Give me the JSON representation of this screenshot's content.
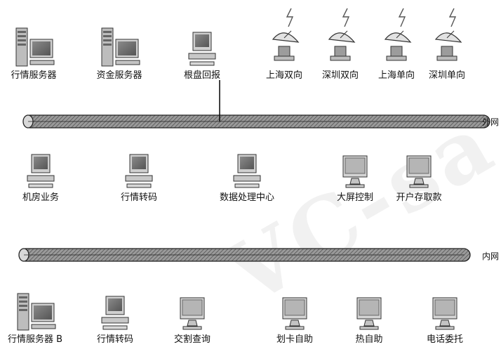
{
  "networks": {
    "outer_label": "外网",
    "inner_label": "内网"
  },
  "top_row": [
    {
      "label": "行情服务器",
      "icon": "server-icon"
    },
    {
      "label": "资金服务器",
      "icon": "server-icon"
    },
    {
      "label": "根盘回报",
      "icon": "computer-icon"
    },
    {
      "label": "上海双向",
      "icon": "satellite-dish-icon"
    },
    {
      "label": "深圳双向",
      "icon": "satellite-dish-icon"
    },
    {
      "label": "上海单向",
      "icon": "satellite-dish-icon"
    },
    {
      "label": "深圳单向",
      "icon": "satellite-dish-icon"
    }
  ],
  "middle_row": [
    {
      "label": "机房业务",
      "icon": "computer-icon"
    },
    {
      "label": "行情转码",
      "icon": "computer-icon"
    },
    {
      "label": "数据处理中心",
      "icon": "computer-icon"
    },
    {
      "label": "大屏控制",
      "icon": "monitor-icon"
    },
    {
      "label": "开户存取款",
      "icon": "monitor-icon"
    }
  ],
  "bottom_row": [
    {
      "label": "行情服务器 B",
      "icon": "server-icon"
    },
    {
      "label": "行情转码",
      "icon": "computer-icon"
    },
    {
      "label": "交割查询",
      "icon": "monitor-icon"
    },
    {
      "label": "划卡自助",
      "icon": "monitor-icon"
    },
    {
      "label": "热自助",
      "icon": "monitor-icon"
    },
    {
      "label": "电话委托",
      "icon": "monitor-icon"
    }
  ]
}
